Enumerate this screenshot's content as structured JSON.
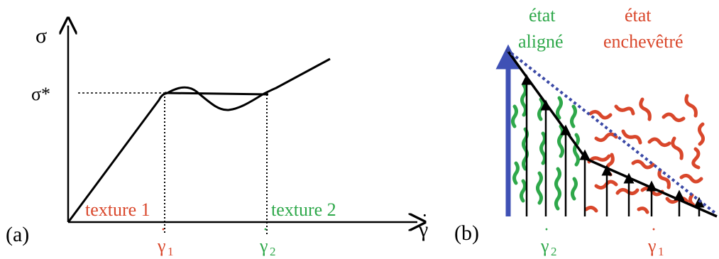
{
  "colors": {
    "axis": "#000000",
    "red": "#d9472b",
    "green": "#2ea84a",
    "blue_arrow": "#3f51b5",
    "dotted_blue": "#3b49a6"
  },
  "panel_a": {
    "tag": "(a)",
    "y_axis_label": "σ",
    "x_axis_label": "γ",
    "x_axis_dot": "·",
    "sigma_star": "σ*",
    "texture1": "texture 1",
    "texture2": "texture 2",
    "gamma1_base": "γ",
    "gamma1_sub": "1",
    "gamma2_base": "γ",
    "gamma2_sub": "2",
    "dot": "·"
  },
  "panel_b": {
    "tag": "(b)",
    "aligned_line1": "état",
    "aligned_line2": "aligné",
    "entangled_line1": "état",
    "entangled_line2": "enchevêtré",
    "gamma2_base": "γ",
    "gamma2_sub": "2",
    "gamma1_base": "γ",
    "gamma1_sub": "1",
    "dot": "·"
  }
}
